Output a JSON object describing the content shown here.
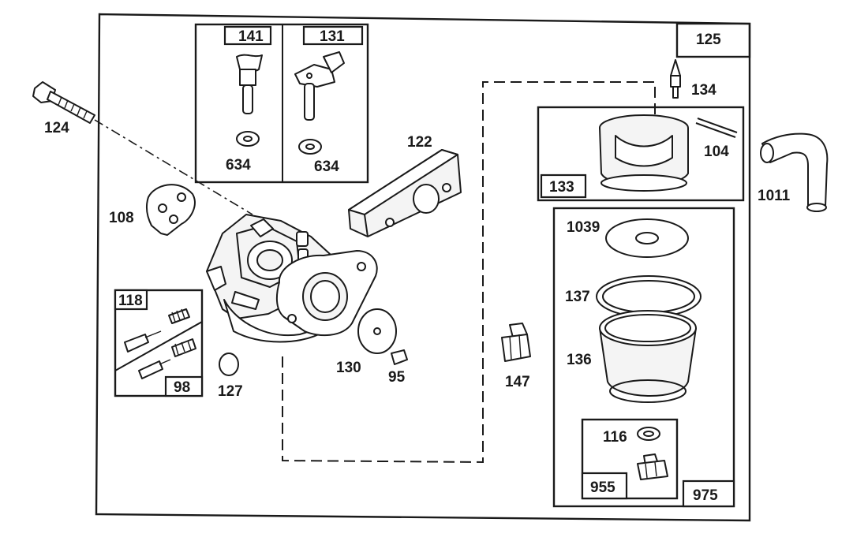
{
  "diagram": {
    "callouts": {
      "c124": "124",
      "c108": "108",
      "c141": "141",
      "c131": "131",
      "c634a": "634",
      "c634b": "634",
      "c122": "122",
      "c125": "125",
      "c134": "134",
      "c104": "104",
      "c133": "133",
      "c1011": "1011",
      "c1039": "1039",
      "c137": "137",
      "c136": "136",
      "c118": "118",
      "c98": "98",
      "c127": "127",
      "c130": "130",
      "c95": "95",
      "c147": "147",
      "c116": "116",
      "c955": "955",
      "c975": "975"
    }
  }
}
